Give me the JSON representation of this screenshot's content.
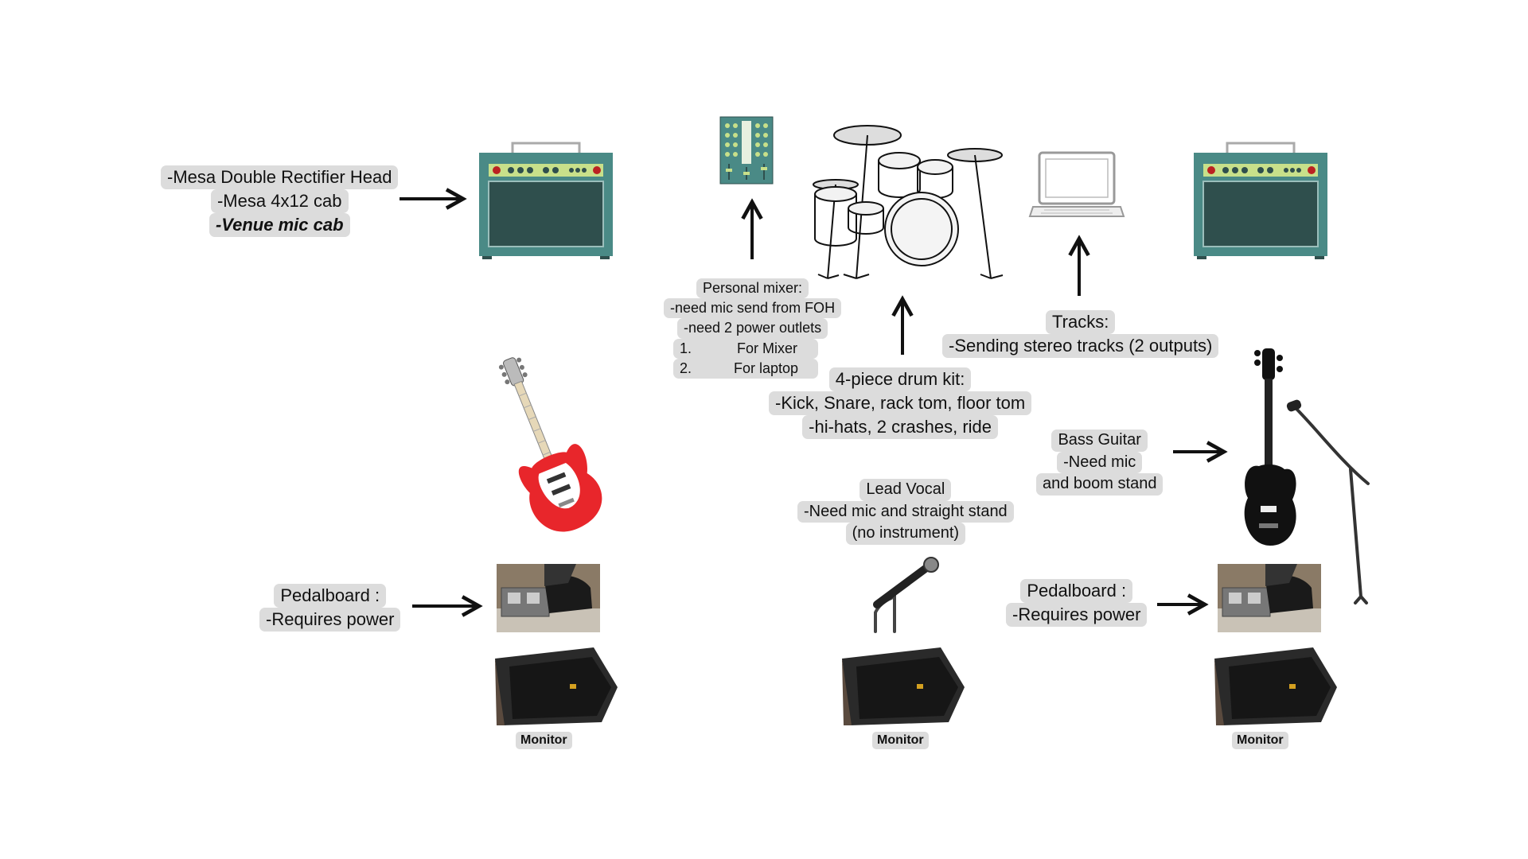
{
  "guitar_rig": {
    "lines": [
      "-Mesa Double Rectifier Head",
      "-Mesa 4x12 cab",
      "-Venue mic cab"
    ]
  },
  "personal_mixer": {
    "lines": [
      "Personal mixer:",
      "-need mic send from FOH",
      "-need 2 power outlets"
    ],
    "list": [
      {
        "num": "1.",
        "text": "For Mixer"
      },
      {
        "num": "2.",
        "text": "For laptop"
      }
    ]
  },
  "drum_kit": {
    "lines": [
      "4-piece drum kit:",
      "-Kick, Snare, rack tom, floor tom",
      "-hi-hats, 2 crashes, ride"
    ]
  },
  "tracks": {
    "lines": [
      "Tracks:",
      "-Sending stereo tracks (2 outputs)"
    ]
  },
  "bass": {
    "lines": [
      "Bass Guitar",
      "-Need mic",
      "and boom stand"
    ]
  },
  "lead_vocal": {
    "lines": [
      "Lead Vocal",
      "-Need mic and straight stand",
      "(no instrument)"
    ]
  },
  "pedalboard_left": {
    "lines": [
      "Pedalboard :",
      "-Requires power"
    ]
  },
  "pedalboard_right": {
    "lines": [
      "Pedalboard :",
      "-Requires power"
    ]
  },
  "monitors": [
    "Monitor",
    "Monitor",
    "Monitor"
  ],
  "colors": {
    "amp_body": "#4a8a86",
    "amp_panel": "#c8e08a",
    "amp_grill": "#2f4f4d",
    "label_bg": "#dcdcdc",
    "guitar_red": "#e8262b"
  }
}
